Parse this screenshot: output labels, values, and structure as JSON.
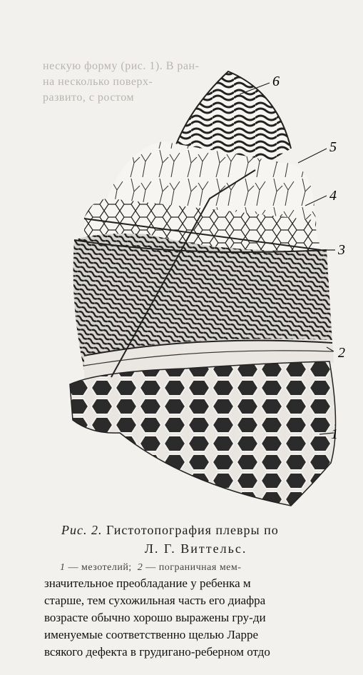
{
  "bleed_text": [
    "нескую форму (рис. 1). В ран-",
    "на несколько поверх-",
    "развито, с ростом"
  ],
  "figure": {
    "labels": [
      "1",
      "2",
      "3",
      "4",
      "5",
      "6"
    ]
  },
  "caption": {
    "fig_number": "Рис. 2.",
    "title": "Гистотопография плевры по",
    "author": "Л. Г. Виттельс."
  },
  "legend": {
    "num1": "1",
    "item1": "— мезотелий;",
    "num2": "2",
    "item2": "— пограничная мем-"
  },
  "body_text": [
    "значительное преобладание у ребенка м",
    "старше, тем сухожильная часть его диафра",
    "возрасте обычно хорошо выражены гру-ди",
    "именуемые соответственно щелью Ларре",
    "всякого дефекта в грудигано-реберном отдо"
  ]
}
